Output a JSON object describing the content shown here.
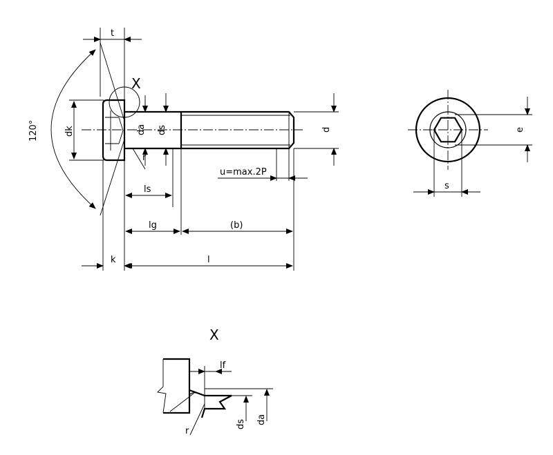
{
  "labels": {
    "t": "t",
    "x_marker": "X",
    "angle": "120°",
    "dk": "dk",
    "da": "da",
    "ds": "ds",
    "d": "d",
    "u": "u=max.2P",
    "ls": "ls",
    "lg": "lg",
    "b": "(b)",
    "k": "k",
    "l": "l",
    "e": "e",
    "s": "s",
    "r": "r",
    "detail_title": "X",
    "lf": "lf",
    "detail_ds": "ds",
    "detail_da": "da",
    "detail_r": "r"
  }
}
